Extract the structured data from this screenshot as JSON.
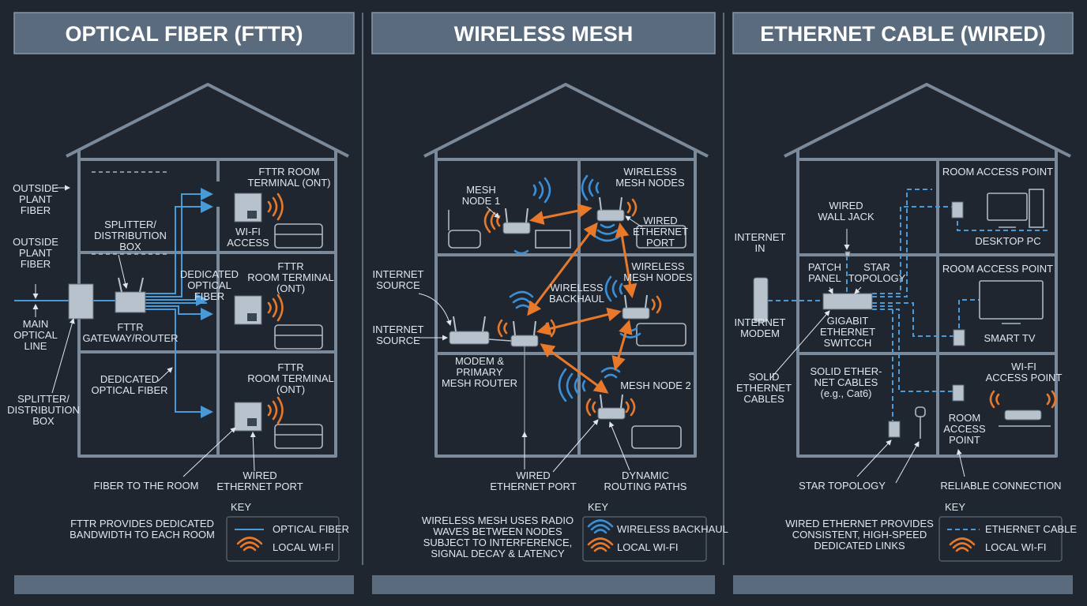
{
  "panels": {
    "fiber": {
      "title": "OPTICAL FIBER (FTTR)",
      "labels": {
        "outside_plant_1": [
          "OUTSIDE",
          "PLANT",
          "FIBER"
        ],
        "outside_plant_2": [
          "OUTSIDE",
          "PLANT",
          "FIBER"
        ],
        "main_line": [
          "MAIN",
          "OPTICAL",
          "LINE"
        ],
        "splitter_outside": [
          "SPLITTER/",
          "DISTRIBUTION",
          "BOX"
        ],
        "splitter_inside": [
          "SPLITTER/",
          "DISTRIBUTION",
          "BOX"
        ],
        "gateway": [
          "FTTR",
          "GATEWAY/ROUTER"
        ],
        "dedicated_1": [
          "DEDICATED",
          "OPTICAL",
          "FIBER"
        ],
        "dedicated_2": [
          "DEDICATED",
          "OPTICAL FIBER"
        ],
        "ont_top": [
          "FTTR ROOM",
          "TERMINAL (ONT)"
        ],
        "wifi_access": [
          "WI-FI",
          "ACCESS"
        ],
        "ont_mid": [
          "FTTR",
          "ROOM TERMINAL",
          "(ONT)"
        ],
        "ont_bot": [
          "FTTR",
          "ROOM TERMINAL",
          "(ONT)"
        ],
        "fiber_to_room": "FIBER TO THE ROOM",
        "wired_port": [
          "WIRED",
          "ETHERNET PORT"
        ]
      },
      "caption": [
        "FTTR PROVIDES DEDICATED",
        "BANDWIDTH TO EACH ROOM"
      ],
      "key_title": "KEY",
      "key_items": [
        "OPTICAL FIBER",
        "LOCAL WI-FI"
      ]
    },
    "mesh": {
      "title": "WIRELESS MESH",
      "labels": {
        "mesh_node_1": [
          "MESH",
          "NODE 1"
        ],
        "wireless_nodes_top": [
          "WIRELESS",
          "MESH NODES"
        ],
        "wired_port_top": [
          "WIRED",
          "ETHERNET",
          "PORT"
        ],
        "wireless_nodes_mid": [
          "WIRELESS",
          "MESH NODES"
        ],
        "internet_source_1": [
          "INTERNET",
          "SOURCE"
        ],
        "internet_source_2": [
          "INTERNET",
          "SOURCE"
        ],
        "backhaul": [
          "WIRELESS",
          "BACKHAUL"
        ],
        "modem_router": [
          "MODEM &",
          "PRIMARY",
          "MESH ROUTER"
        ],
        "mesh_node_2": "MESH NODE 2",
        "wired_port_bottom": [
          "WIRED",
          "ETHERNET PORT"
        ],
        "dynamic_paths": [
          "DYNAMIC",
          "ROUTING PATHS"
        ]
      },
      "caption": [
        "WIRELESS MESH USES RADIO",
        "WAVES BETWEEN NODES",
        "SUBJECT TO INTERFERENCE,",
        "SIGNAL DECAY & LATENCY"
      ],
      "key_title": "KEY",
      "key_items": [
        "WIRELESS BACKHAUL",
        "LOCAL WI-FI"
      ]
    },
    "ethernet": {
      "title": "ETHERNET CABLE (WIRED)",
      "labels": {
        "internet_in": [
          "INTERNET",
          "IN"
        ],
        "internet_modem": [
          "INTERNET",
          "MODEM"
        ],
        "wall_jack": [
          "WIRED",
          "WALL JACK"
        ],
        "patch_panel": [
          "PATCH",
          "PANEL"
        ],
        "star_topology_top": [
          "STAR",
          "TOPOLOGY"
        ],
        "gigabit_switch": [
          "GIGABIT",
          "ETHERNET",
          "SWITCCH"
        ],
        "solid_cables_left": [
          "SOLID",
          "ETHERNET",
          "CABLES"
        ],
        "solid_cables_mid": [
          "SOLID ETHER-",
          "NET CABLES",
          "(e.g., Cat6)"
        ],
        "room_ap_1": "ROOM ACCESS POINT",
        "desktop_pc": "DESKTOP PC",
        "room_ap_2": "ROOM ACCESS POINT",
        "smart_tv": "SMART TV",
        "wifi_ap": [
          "WI-FI",
          "ACCESS POINT"
        ],
        "room_ap_3": [
          "ROOM",
          "ACCESS",
          "POINT"
        ],
        "star_topology_bottom": "STAR TOPOLOGY",
        "reliable": "RELIABLE CONNECTION"
      },
      "caption": [
        "WIRED ETHERNET PROVIDES",
        "CONSISTENT, HIGH-SPEED",
        "DEDICATED LINKS"
      ],
      "key_title": "KEY",
      "key_items": [
        "ETHERNET CABLE",
        "LOCAL WI-FI"
      ]
    }
  },
  "colors": {
    "background": "#1f2630",
    "header_fill": "#5b6b7e",
    "fiber_blue": "#4b9ad8",
    "wifi_orange": "#e8792a",
    "backhaul_blue": "#3a8fd6",
    "wall_gray": "#7b8a9b"
  }
}
